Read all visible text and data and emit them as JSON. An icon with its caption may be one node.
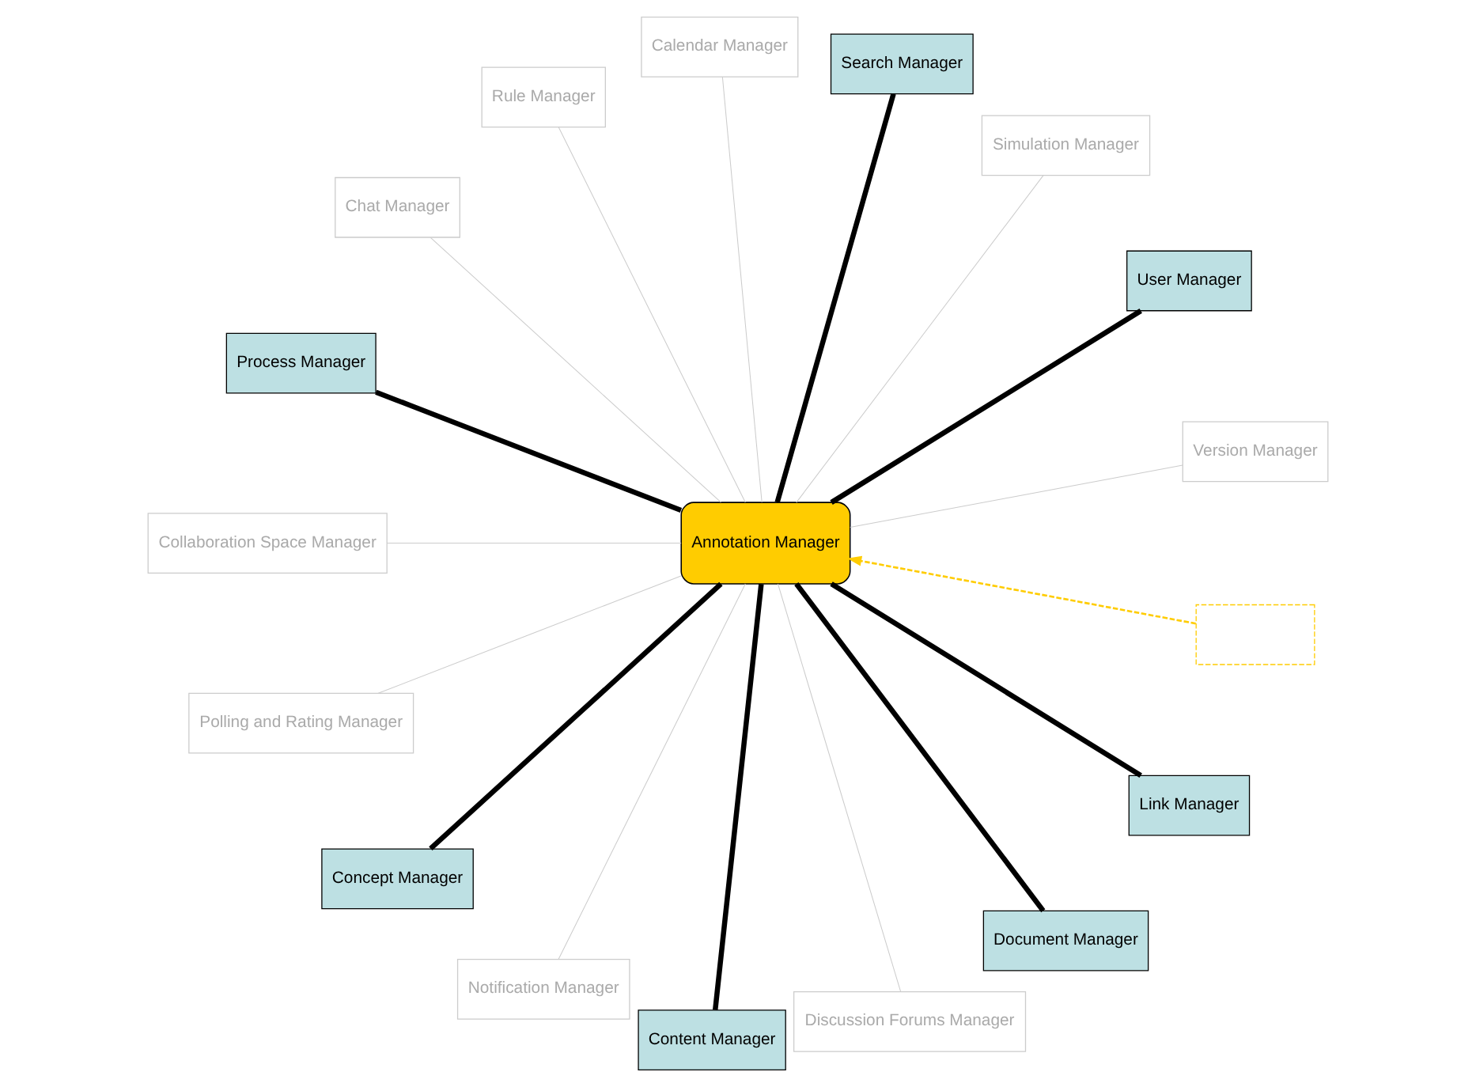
{
  "diagram": {
    "nodes": [
      {
        "text": [
          "Version Manager"
        ]
      },
      {
        "text": [
          "User Manager"
        ]
      },
      {
        "text": [
          "Simulation Manager"
        ]
      },
      {
        "text": [],
        "shape": "box"
      },
      {
        "text": [
          "Search Manager"
        ]
      },
      {
        "text": [
          "Calendar Manager"
        ]
      },
      {
        "text": [
          "Rule Manager"
        ]
      },
      {
        "text": [
          "Chat Manager"
        ]
      },
      {
        "text": [
          "Annotation Manager"
        ]
      },
      {
        "text": [
          "Process Manager"
        ]
      },
      {
        "text": [
          "Collaboration Space Manager"
        ]
      },
      {
        "text": [
          "Polling and Rating Manager"
        ]
      },
      {
        "text": [
          "Concept Manager"
        ]
      },
      {
        "text": [
          "Notification Manager"
        ]
      },
      {
        "text": [
          "Content Manager"
        ]
      },
      {
        "text": [
          "Discussion Forums Manager"
        ]
      },
      {
        "text": [
          "Document Manager"
        ]
      },
      {
        "text": [
          "Link Manager"
        ]
      }
    ],
    "edges": [
      {
        "from": 3,
        "to": 8,
        "arrow": "to",
        "style": "dashed",
        "color": "#ffcc00"
      },
      {
        "from": 8,
        "to": 0,
        "arrow": "none"
      },
      {
        "from": 8,
        "to": 1,
        "arrow": "none",
        "style": "thick",
        "color": "#000000"
      },
      {
        "from": 8,
        "to": 2,
        "arrow": "none"
      },
      {
        "from": 8,
        "to": 4,
        "arrow": "none",
        "style": "thick",
        "color": "#000000"
      },
      {
        "from": 8,
        "to": 5,
        "arrow": "none"
      },
      {
        "from": 8,
        "to": 6,
        "arrow": "none"
      },
      {
        "from": 8,
        "to": 7,
        "arrow": "none"
      },
      {
        "from": 8,
        "to": 9,
        "arrow": "none",
        "style": "thick",
        "color": "#000000"
      },
      {
        "from": 8,
        "to": 10,
        "arrow": "none"
      },
      {
        "from": 8,
        "to": 11,
        "arrow": "none"
      },
      {
        "from": 8,
        "to": 12,
        "arrow": "none",
        "style": "thick",
        "color": "#000000"
      },
      {
        "from": 8,
        "to": 13,
        "arrow": "none"
      },
      {
        "from": 8,
        "to": 14,
        "arrow": "none",
        "style": "thick",
        "color": "#000000"
      },
      {
        "from": 8,
        "to": 15,
        "arrow": "none"
      },
      {
        "from": 8,
        "to": 16,
        "arrow": "none",
        "style": "thick",
        "color": "#000000"
      },
      {
        "from": 8,
        "to": 17,
        "arrow": "none",
        "style": "thick",
        "color": "#000000"
      }
    ]
  }
}
